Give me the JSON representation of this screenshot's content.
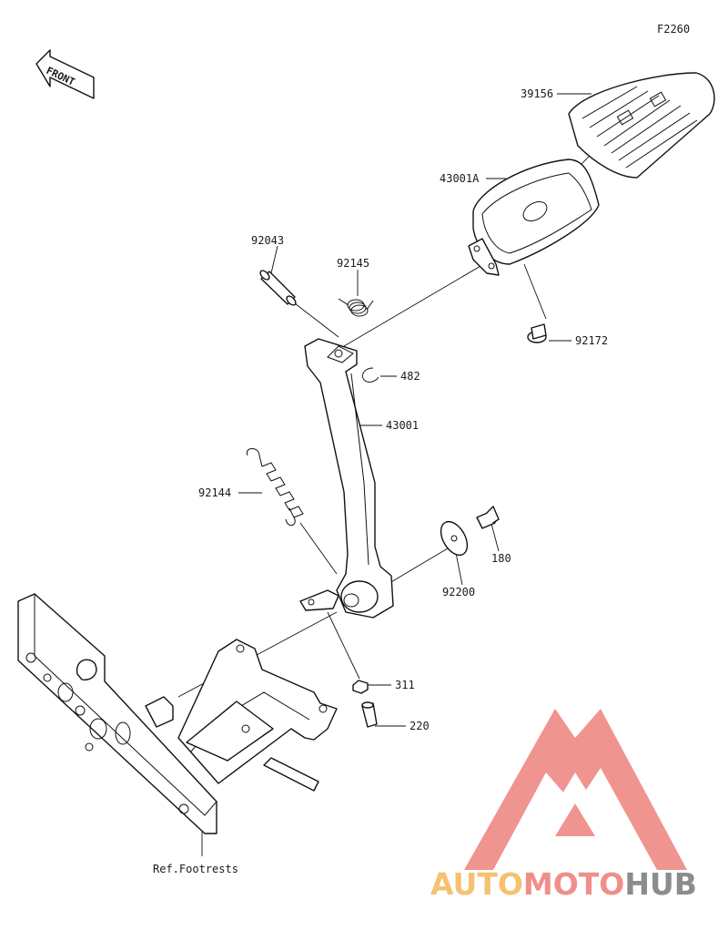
{
  "figure_code": "F2260",
  "front_label": "FRONT",
  "ref_label": "Ref.Footrests",
  "parts": {
    "p39156": "39156",
    "p43001A": "43001A",
    "p92043": "92043",
    "p92145": "92145",
    "p92172": "92172",
    "p482": "482",
    "p43001": "43001",
    "p92144": "92144",
    "p180": "180",
    "p92200": "92200",
    "p311": "311",
    "p220": "220"
  },
  "watermark": {
    "auto": "AUTO",
    "moto": "MOTO",
    "hub": "HUB",
    "colors": {
      "logo": "#f08f8a",
      "auto": "#f6c170",
      "moto": "#f08f8a",
      "hub": "#8c8c8c"
    }
  }
}
